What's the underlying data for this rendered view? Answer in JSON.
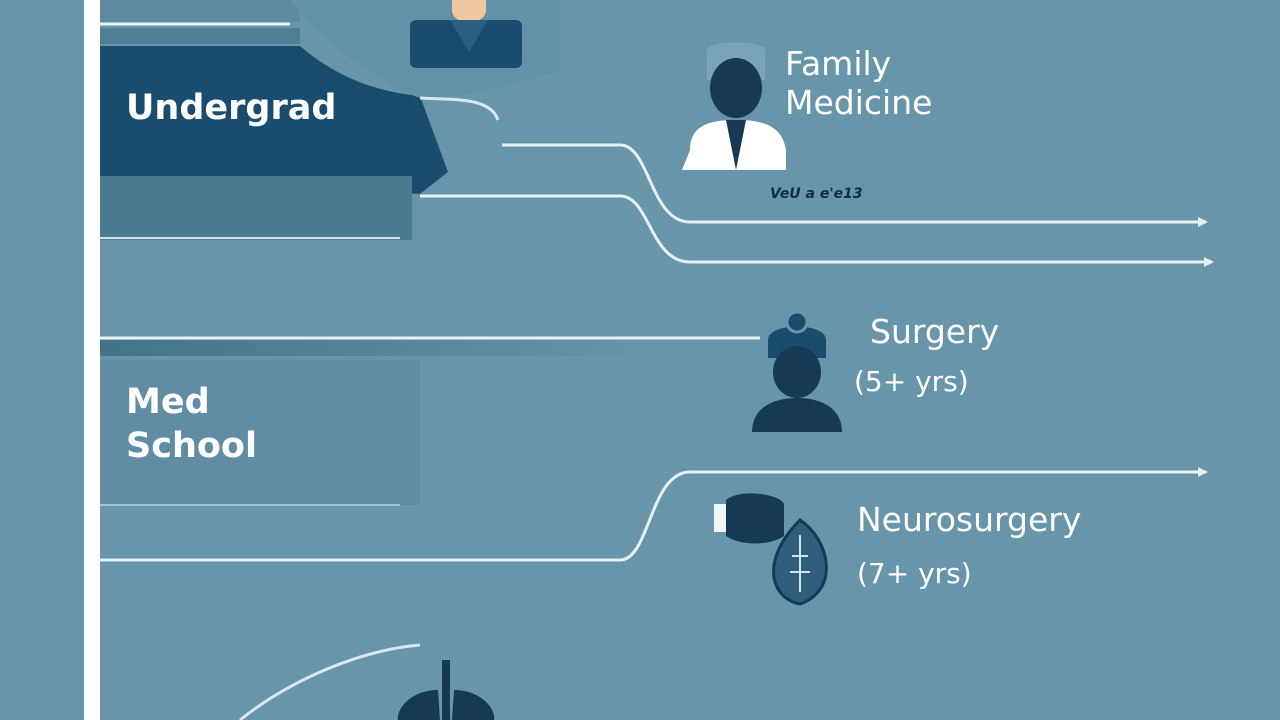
{
  "stages": [
    {
      "label": "Undergrad"
    },
    {
      "label": "Med School"
    }
  ],
  "specialties": [
    {
      "name": "Family Medicine",
      "icon": "doctor-icon",
      "note": "VeU a e'e13"
    },
    {
      "name": "Surgery",
      "duration": "(5+ yrs)",
      "icon": "surgeon-icon"
    },
    {
      "name": "Neurosurgery",
      "duration": "(7+ yrs)",
      "icon": "brain-hand-icon"
    }
  ],
  "colors": {
    "background": "#6895aa",
    "dark_panel": "#1a4c6d",
    "line": "#e6f0f5",
    "text": "#ffffff",
    "icon_dark": "#163a56"
  }
}
